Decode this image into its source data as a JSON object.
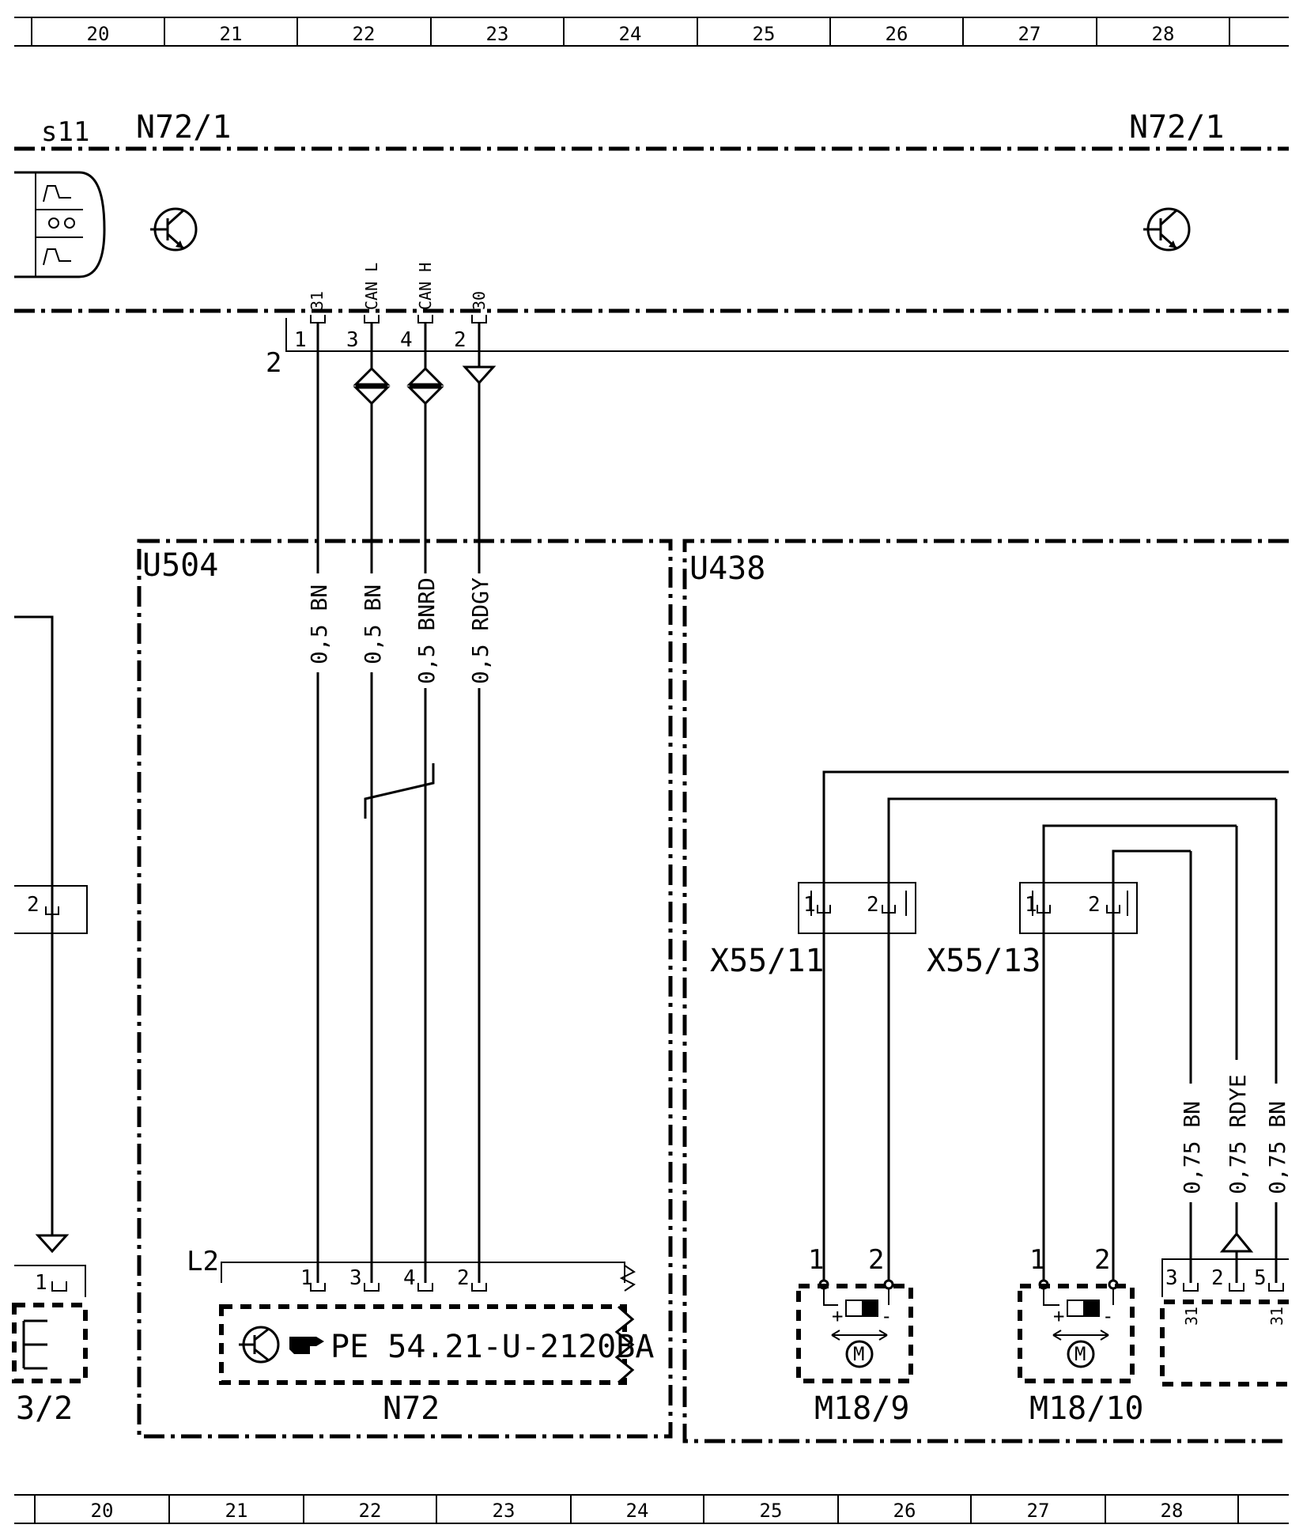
{
  "grid": {
    "top": [
      "20",
      "21",
      "22",
      "23",
      "24",
      "25",
      "26",
      "27",
      "28"
    ],
    "bottom": [
      "20",
      "21",
      "22",
      "23",
      "24",
      "25",
      "26",
      "27",
      "28"
    ]
  },
  "labels": {
    "s11": "s11",
    "n72_1_left": "N72/1",
    "n72_1_right": "N72/1",
    "connector_2": "2",
    "u504": "U504",
    "u438": "U438",
    "l2": "L2",
    "n72": "N72",
    "pe_ref": "PE 54.21-U-2120BA",
    "x55_11": "X55/11",
    "x55_13": "X55/13",
    "m18_9": "M18/9",
    "m18_10": "M18/10",
    "left_3_2": "3/2",
    "motor_letter": "M",
    "plus": "+",
    "minus": "-"
  },
  "bus_pins": [
    {
      "signal": "31",
      "pin": "1",
      "wire": "0,5 BN"
    },
    {
      "signal": "CAN L",
      "pin": "3",
      "wire": "0,5 BN"
    },
    {
      "signal": "CAN H",
      "pin": "4",
      "wire": "0,5 BNRD"
    },
    {
      "signal": "30",
      "pin": "2",
      "wire": "0,5 RDGY"
    }
  ],
  "n72_pins": [
    "1",
    "3",
    "4",
    "2"
  ],
  "x55_11_pins": [
    "1",
    "2"
  ],
  "x55_13_pins": [
    "1",
    "2"
  ],
  "m18_9_pins": [
    "1",
    "2"
  ],
  "m18_10_pins": [
    "1",
    "2"
  ],
  "right_wires": [
    "0,75 BN",
    "0,75 RDYE",
    "0,75 BN"
  ],
  "right_pins": [
    "3",
    "2",
    "5"
  ],
  "right_ground": [
    "31",
    "31"
  ],
  "left_pins": [
    "2",
    "1"
  ]
}
